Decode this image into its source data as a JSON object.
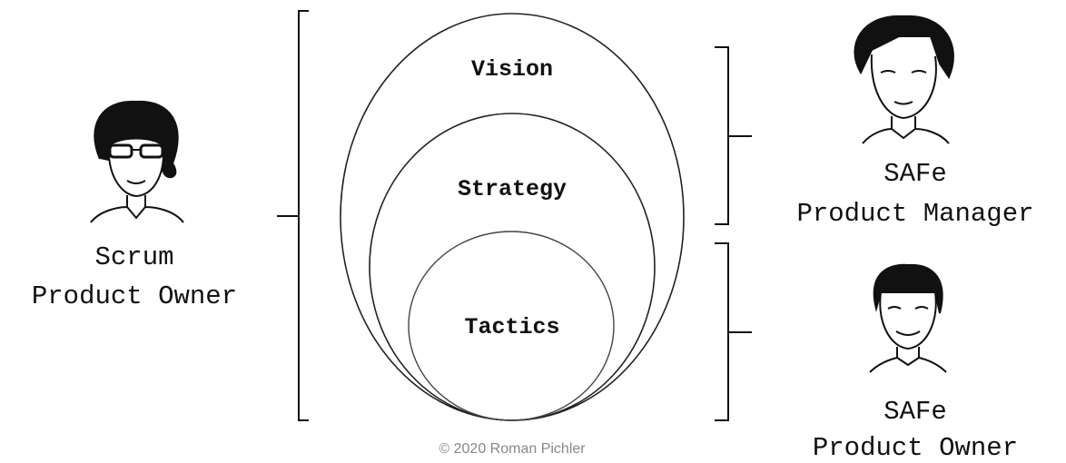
{
  "levels": {
    "vision": "Vision",
    "strategy": "Strategy",
    "tactics": "Tactics"
  },
  "roles": {
    "scrum_po": {
      "line1": "Scrum",
      "line2": "Product Owner"
    },
    "safe_pm": {
      "line1": "SAFe",
      "line2": "Product Manager"
    },
    "safe_po": {
      "line1": "SAFe",
      "line2": "Product Owner"
    }
  },
  "copyright": "© 2020 Roman Pichler"
}
